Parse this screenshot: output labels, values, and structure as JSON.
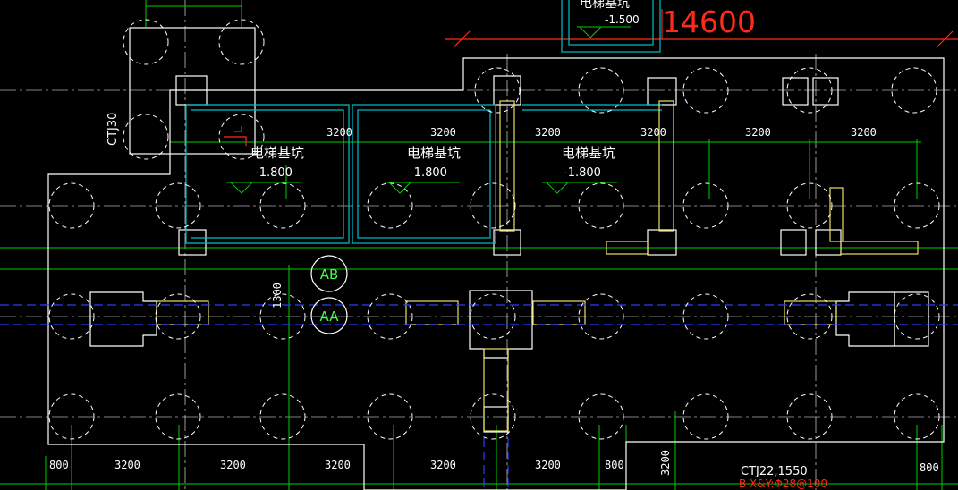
{
  "colors": {
    "background": "#000000",
    "outline": "#ffffff",
    "dim": "#00cc00",
    "pit": "#00bfc8",
    "beam": "#e8e060",
    "axis": "#2a3cff",
    "red": "#ff2a1a",
    "circle_label": "#44ff44"
  },
  "top_pit": {
    "name": "电梯基坑",
    "level": "-1.500"
  },
  "overall_dim": "14600",
  "pile_cap_tag": "CTJ30",
  "pits": [
    {
      "name": "电梯基坑",
      "level": "-1.800"
    },
    {
      "name": "电梯基坑",
      "level": "-1.800"
    },
    {
      "name": "电梯基坑",
      "level": "-1.800"
    }
  ],
  "upper_dims": [
    "3200",
    "3200",
    "3200",
    "3200",
    "3200",
    "3200"
  ],
  "axis_labels": [
    "AB",
    "AA"
  ],
  "vertical_dims": {
    "left": "1300",
    "right": "3200"
  },
  "bottom_dims": [
    "800",
    "3200",
    "3200",
    "3200",
    "3200",
    "3200",
    "800",
    "800"
  ],
  "cap_label": {
    "name": "CTJ22,1550",
    "reinforcement": "B X&Y:Φ28@100"
  },
  "icons": {
    "section_mark": "section-mark-icon",
    "level_marker": "elevation-triangle-icon"
  }
}
